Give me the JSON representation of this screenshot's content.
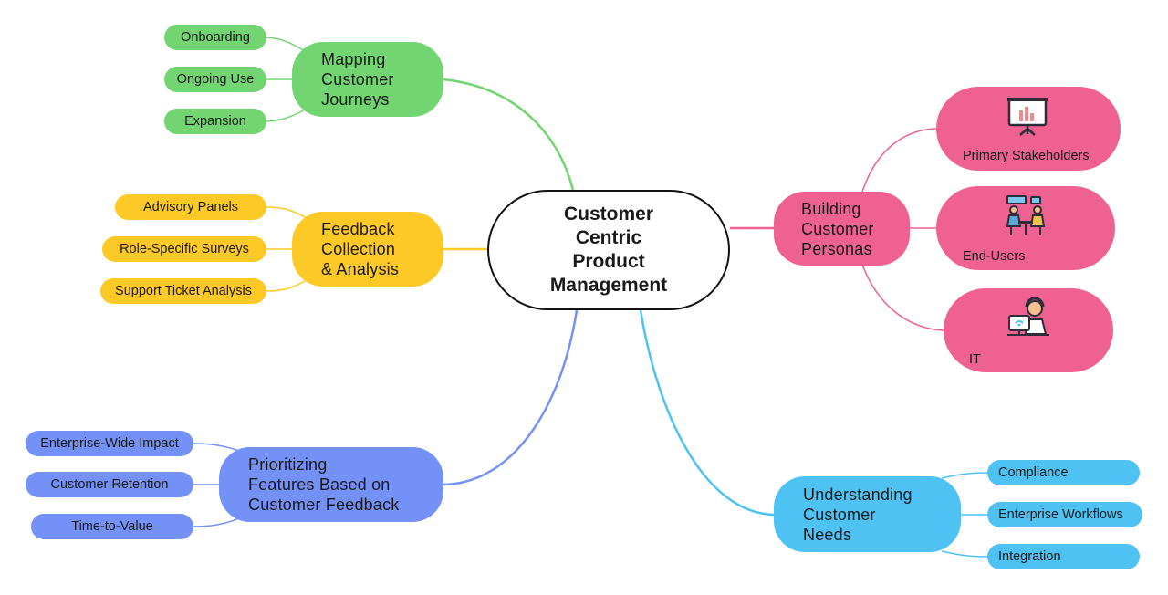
{
  "center": {
    "label": "Customer\nCentric\nProduct\nManagement"
  },
  "branches": {
    "journeys": {
      "label": "Mapping\nCustomer\nJourneys",
      "color": "#72d572",
      "items": [
        "Onboarding",
        "Ongoing Use",
        "Expansion"
      ]
    },
    "feedback": {
      "label": "Feedback\nCollection\n& Analysis",
      "color": "#fdc926",
      "items": [
        "Advisory Panels",
        "Role-Specific Surveys",
        "Support Ticket Analysis"
      ]
    },
    "prioritizing": {
      "label": "Prioritizing\nFeatures Based on\nCustomer Feedback",
      "color": "#7391f7",
      "items": [
        "Enterprise-Wide Impact",
        "Customer Retention",
        "Time-to-Value"
      ]
    },
    "personas": {
      "label": "Building\nCustomer\nPersonas",
      "color": "#ef6190",
      "items": [
        {
          "label": "Primary Stakeholders",
          "icon": "presentation-board-icon"
        },
        {
          "label": "End-Users",
          "icon": "team-meeting-icon"
        },
        {
          "label": "IT",
          "icon": "support-agent-icon"
        }
      ]
    },
    "needs": {
      "label": "Understanding\nCustomer\nNeeds",
      "color": "#4fc2f4",
      "items": [
        "Compliance",
        "Enterprise Workflows",
        "Integration"
      ]
    }
  }
}
